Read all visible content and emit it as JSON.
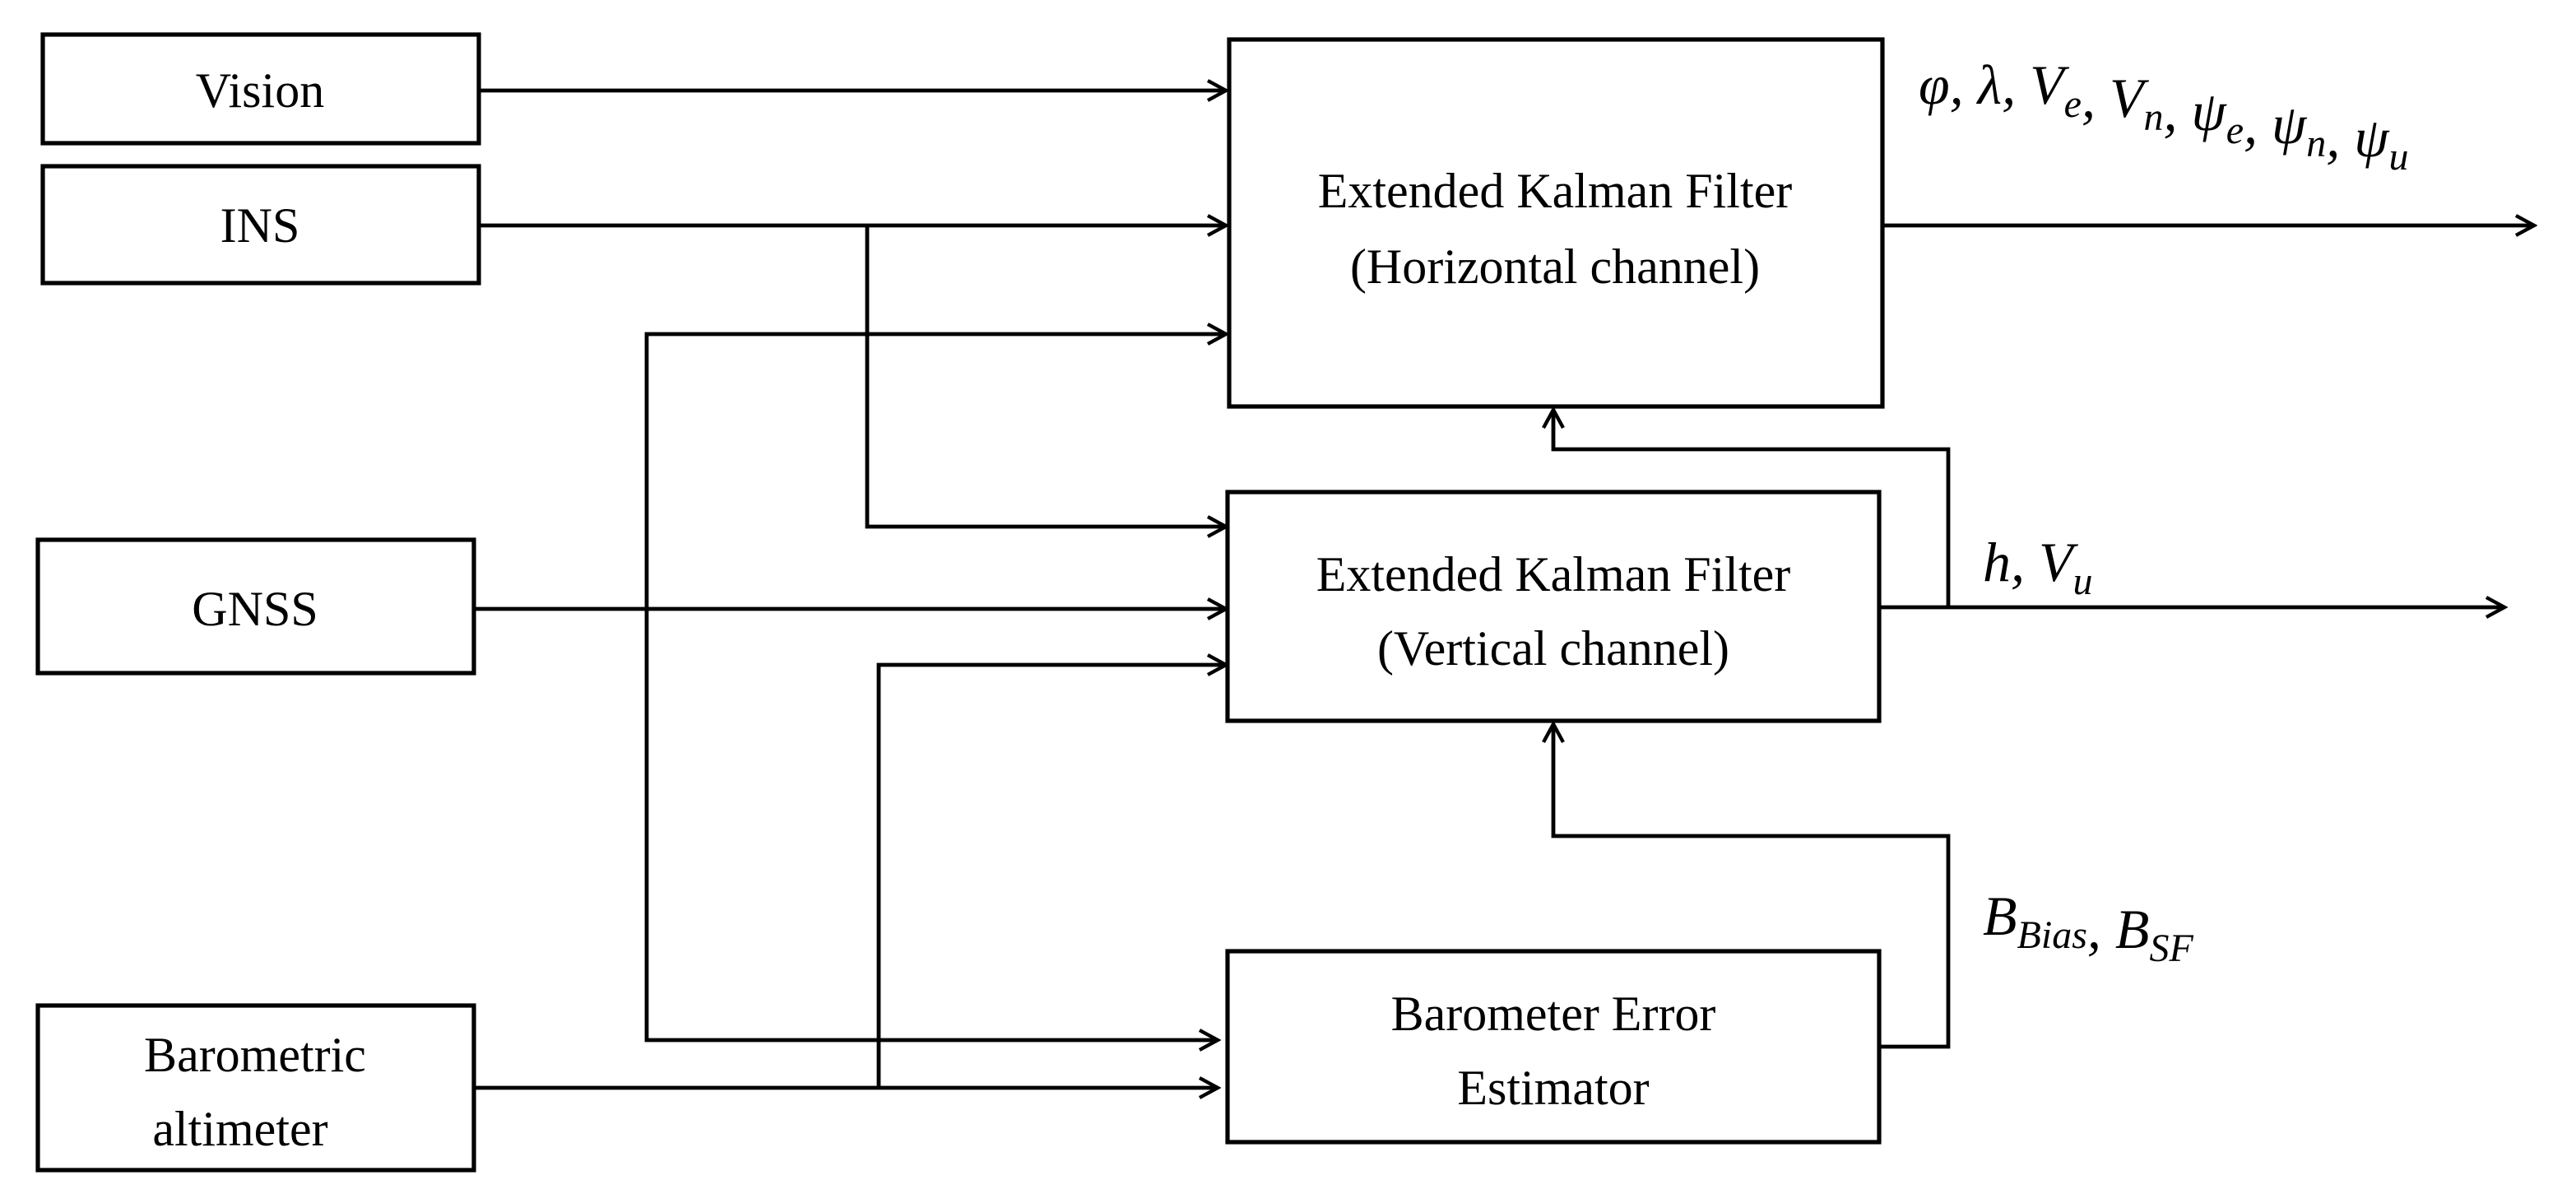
{
  "inputs": {
    "vision": "Vision",
    "ins": "INS",
    "gnss": "GNSS",
    "baro_line1": "Barometric",
    "baro_line2": "altimeter"
  },
  "blocks": {
    "ekf_h_line1": "Extended Kalman Filter",
    "ekf_h_line2": "(Horizontal channel)",
    "ekf_v_line1": "Extended Kalman Filter",
    "ekf_v_line2": "(Vertical channel)",
    "bee_line1": "Barometer Error",
    "bee_line2": "Estimator"
  },
  "outputs": {
    "horizontal": [
      {
        "base": "φ",
        "sub": ""
      },
      {
        "base": ", λ",
        "sub": ""
      },
      {
        "base": ", V",
        "sub": "e"
      },
      {
        "base": ", V",
        "sub": "n"
      },
      {
        "base": ", ψ",
        "sub": "e"
      },
      {
        "base": ", ψ",
        "sub": "n"
      },
      {
        "base": ", ψ",
        "sub": "u"
      }
    ],
    "vertical": [
      {
        "base": "h",
        "sub": ""
      },
      {
        "base": ", V",
        "sub": "u"
      }
    ],
    "baro_errors": [
      {
        "base": "B",
        "sub": "Bias"
      },
      {
        "base": ", B",
        "sub": "SF"
      }
    ]
  }
}
